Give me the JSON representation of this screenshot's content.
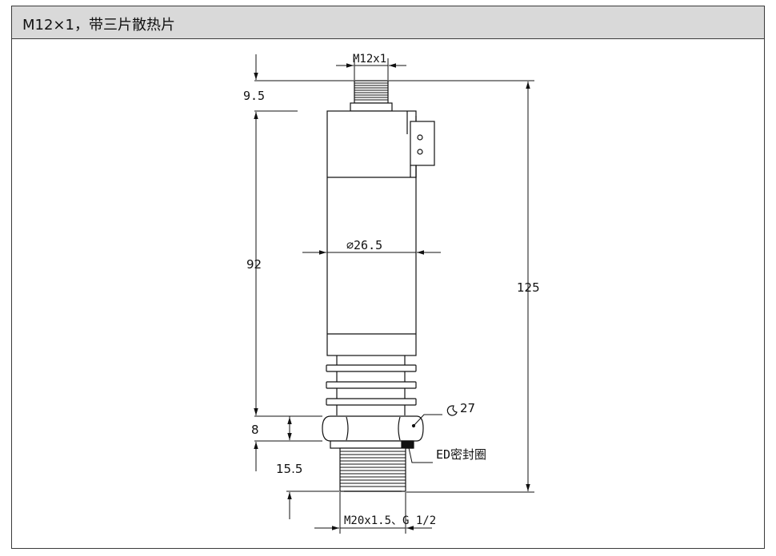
{
  "header": {
    "title": "M12×1，带三片散热片"
  },
  "dimensions": {
    "connector_thread": "M12x1",
    "connector_height": "9.5",
    "body_diameter": "∅26.5",
    "body_length": "92",
    "total_length": "125",
    "wrench_size": "27",
    "hex_height": "8",
    "thread_length": "15.5",
    "process_thread": "M20x1.5、G 1/2"
  },
  "labels": {
    "seal": "ED密封圈"
  },
  "colors": {
    "line": "#111111",
    "header_bg": "#d9d9d9"
  }
}
